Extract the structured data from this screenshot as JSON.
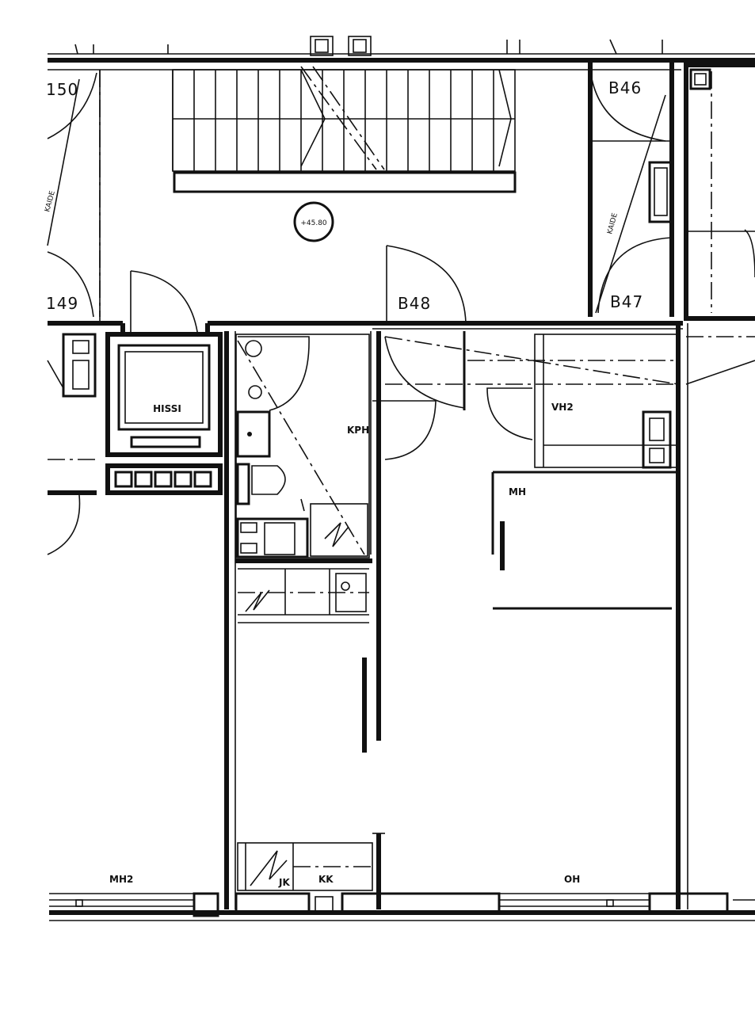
{
  "labels": {
    "b50": "150",
    "b46": "B46",
    "b49": "149",
    "b48": "B48",
    "b47": "B47",
    "hissi": "HISSI",
    "kph": "KPH",
    "vh2": "VH2",
    "mh": "MH",
    "mh2": "MH2",
    "jk": "JK",
    "kk": "KK",
    "oh": "OH",
    "elevation": "+45.80",
    "kaide_left": "KAIDE",
    "kaide_right": "KAIDE"
  },
  "colors": {
    "ink": "#111111",
    "paper": "#ffffff"
  }
}
